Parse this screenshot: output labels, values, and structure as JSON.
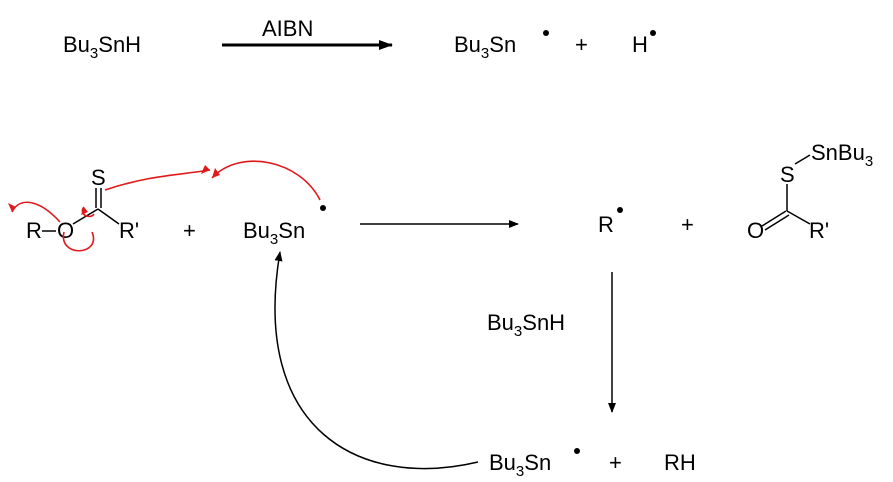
{
  "reagents": {
    "tin_hydride": {
      "base": "Bu",
      "sub": "3",
      "rest": "SnH"
    },
    "initiator": "AIBN",
    "tin_radical": {
      "base": "Bu",
      "sub": "3",
      "rest": "Sn"
    },
    "hydrogen_radical": "H",
    "plus": "+"
  },
  "xanthate": {
    "r_group": "R",
    "ether_oxygen": "O",
    "thione_sulfur": "S",
    "r_prime": "R'"
  },
  "products": {
    "alkyl_radical": "R",
    "thioester": {
      "sulfur": "S",
      "tin_group": {
        "base": "SnBu",
        "sub": "3"
      },
      "oxygen": "O",
      "r_prime": "R'"
    }
  },
  "cycle": {
    "reagent": {
      "base": "Bu",
      "sub": "3",
      "rest": "SnH"
    },
    "tin_radical": {
      "base": "Bu",
      "sub": "3",
      "rest": "Sn"
    },
    "alkane": "RH"
  },
  "colors": {
    "ink": "#000000",
    "electron_arrow": "#e0191b"
  }
}
